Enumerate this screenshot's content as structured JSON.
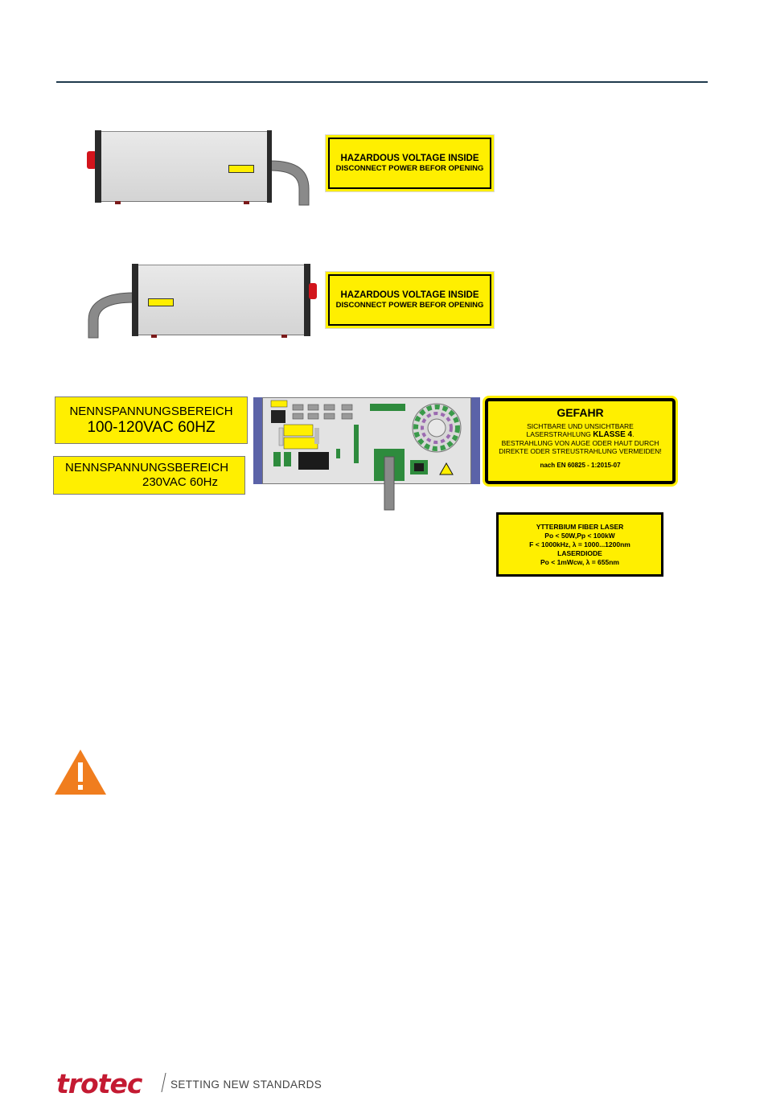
{
  "labels": {
    "hv_top": {
      "line1": "HAZARDOUS VOLTAGE INSIDE",
      "line2": "DISCONNECT POWER BEFOR OPENING"
    },
    "hv_bottom": {
      "line1": "HAZARDOUS VOLTAGE INSIDE",
      "line2": "DISCONNECT POWER BEFOR OPENING"
    },
    "nenn_1": {
      "line1": "NENNSPANNUNGSBEREICH",
      "line2": "100-120VAC 60HZ"
    },
    "nenn_2": {
      "line1": "NENNSPANNUNGSBEREICH",
      "line2": "230VAC 60Hz"
    },
    "gefahr": {
      "title": "GEFAHR",
      "line1": "SICHTBARE UND UNSICHTBARE",
      "line2a": "LASERSTRAHLUNG ",
      "line2b": "KLASSE 4",
      "line2c": ".",
      "line3": "BESTRAHLUNG VON AUGE ODER HAUT DURCH",
      "line4": "DIREKTE ODER STREUSTRAHLUNG VERMEIDEN!",
      "norm": "nach EN 60825 - 1:2015-07"
    },
    "ytterbium": {
      "line1": "YTTERBIUM FIBER LASER",
      "line2": "Po < 50W,Pp < 100kW",
      "line3": "F < 1000kHz, λ = 1000...1200nm",
      "line4": "LASERDIODE",
      "line5": "Po < 1mWcw, λ = 655nm"
    }
  },
  "footer": {
    "brand": "trotec",
    "slogan": "SETTING NEW STANDARDS"
  },
  "colors": {
    "label_yellow": "#ffef00",
    "warning_orange": "#f07d1e",
    "brand_red": "#c41a32",
    "rule_blue": "#1f3a4d"
  },
  "icons": {
    "warning": "warning-triangle-icon"
  }
}
